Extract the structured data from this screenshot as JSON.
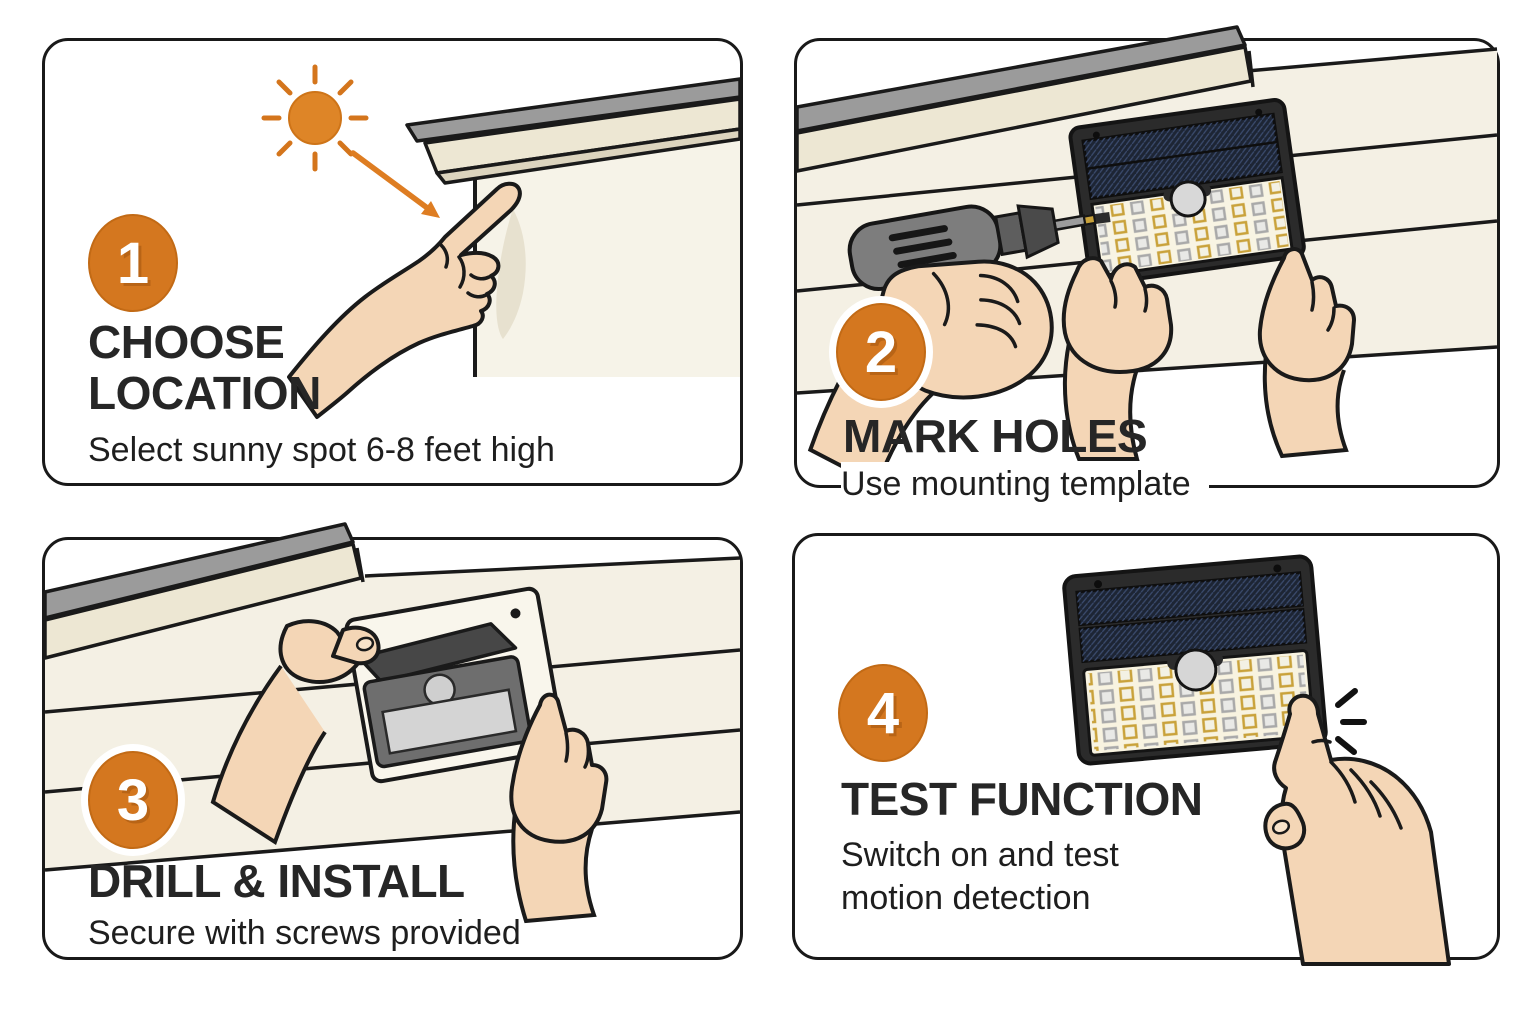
{
  "colors": {
    "accent_orange": "#D4771F",
    "sun_orange": "#DE8527",
    "arrow_orange": "#DE7D22",
    "heading_text": "#262626",
    "outline_black": "#1A1A1A",
    "wall_cream": "#F4F0E4",
    "eave_gray": "#9B9B9B",
    "skin_tone": "#F4D6B6",
    "device_body_black": "#2B2B2B",
    "solar_panel_navy": "#1D2534",
    "led_gold": "#C9A23B",
    "template_white": "#F9F6EC"
  },
  "steps": [
    {
      "number": "1",
      "title_lines": [
        "CHOOSE",
        "LOCATION"
      ],
      "subtitle_lines": [
        "Select sunny spot 6-8 feet high"
      ],
      "icons": [
        "sun-icon",
        "sunlight-arrow-icon",
        "pointing-hand",
        "roof-eave",
        "wall"
      ]
    },
    {
      "number": "2",
      "title_lines": [
        "MARK HOLES"
      ],
      "subtitle_lines": [
        "Use mounting template"
      ],
      "icons": [
        "power-drill",
        "solar-light",
        "holding-hands",
        "roof-eave",
        "siding-wall"
      ]
    },
    {
      "number": "3",
      "title_lines": [
        "DRILL & INSTALL"
      ],
      "subtitle_lines": [
        "Secure with screws provided"
      ],
      "icons": [
        "mounting-template",
        "light-unit",
        "holding-hands",
        "roof-eave",
        "siding-wall"
      ]
    },
    {
      "number": "4",
      "title_lines": [
        "TEST FUNCTION"
      ],
      "subtitle_lines": [
        "Switch on and test",
        "motion detection"
      ],
      "icons": [
        "solar-light-lit",
        "pressing-finger-hand",
        "emphasis-marks"
      ]
    }
  ]
}
